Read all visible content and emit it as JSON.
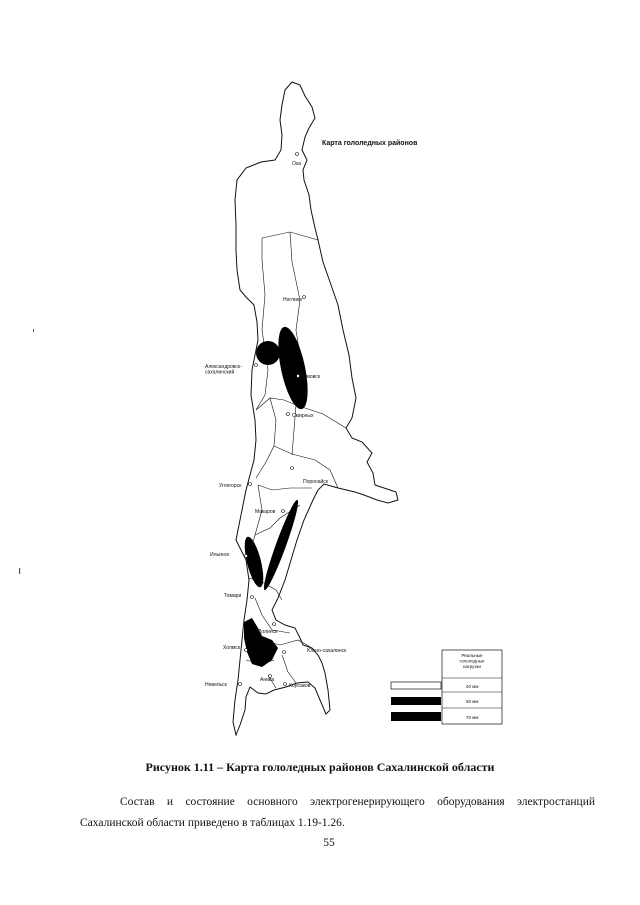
{
  "map": {
    "title": "Карта гололедных районов",
    "cities": [
      {
        "id": "okha",
        "label": "Оха"
      },
      {
        "id": "nogliki",
        "label": "Ноглики"
      },
      {
        "id": "aleksandrovsk",
        "label": "Александровск-\nсахалинский"
      },
      {
        "id": "tymovsk",
        "label": "Тымовск"
      },
      {
        "id": "smirnykh",
        "label": "Смирных"
      },
      {
        "id": "uglegorsk",
        "label": "Углегорск"
      },
      {
        "id": "poronaysk",
        "label": "Поронайск"
      },
      {
        "id": "makarov",
        "label": "Макаров"
      },
      {
        "id": "ilyinsk",
        "label": "Ильинск"
      },
      {
        "id": "tomari",
        "label": "Томари"
      },
      {
        "id": "dolinsk",
        "label": "Долинск"
      },
      {
        "id": "kholmsk",
        "label": "Холмск"
      },
      {
        "id": "yuzhno",
        "label": "Южно-сахалинск"
      },
      {
        "id": "nevelsk",
        "label": "Невельск"
      },
      {
        "id": "aniva",
        "label": "Анива"
      },
      {
        "id": "korsakov",
        "label": "Корсаков"
      }
    ],
    "legend": {
      "header": "Реальные\nгололедные\nнагрузки",
      "rows": [
        {
          "label": "40 мм",
          "style": "outline"
        },
        {
          "label": "50 мм",
          "style": "filled"
        },
        {
          "label": "70 мм",
          "style": "filled"
        }
      ]
    }
  },
  "caption": "Рисунок 1.11 – Карта гололедных районов Сахалинской области",
  "paragraph": "Состав и состояние основного электрогенерирующего оборудования электростанций Сахалинской области приведено в таблицах 1.19-1.26.",
  "page_number": "55",
  "colors": {
    "ink": "#111111",
    "paper": "#ffffff"
  }
}
